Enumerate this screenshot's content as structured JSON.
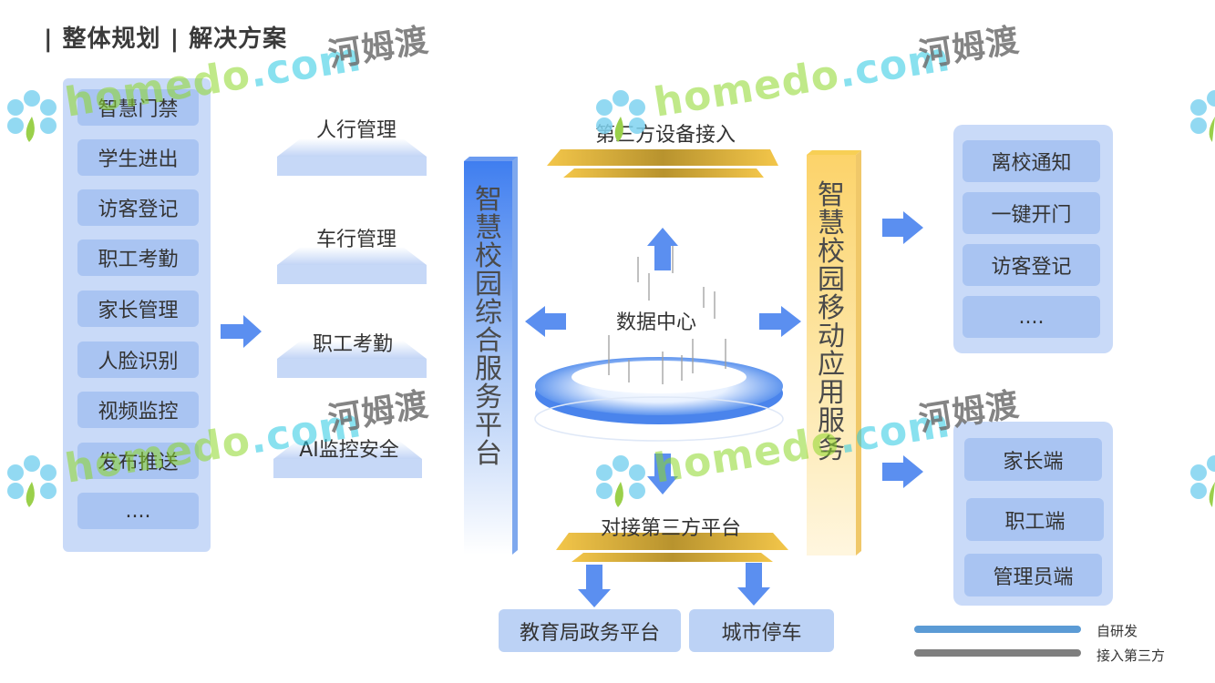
{
  "title": "| 整体规划 | 解决方案",
  "left_panel": {
    "items": [
      "智慧门禁",
      "学生进出",
      "访客登记",
      "职工考勤",
      "家长管理",
      "人脸识别",
      "视频监控",
      "发布推送",
      "...."
    ]
  },
  "platforms": [
    "人行管理",
    "车行管理",
    "职工考勤",
    "AI监控安全"
  ],
  "center": {
    "left_bar": "智慧校园综合服务平台",
    "right_bar": "智慧校园移动应用服务",
    "top_label": "第三方设备接入",
    "data_center": "数据中心",
    "bottom_label": "对接第三方平台",
    "bottom_boxes": [
      "教育局政务平台",
      "城市停车"
    ]
  },
  "right_top": {
    "items": [
      "离校通知",
      "一键开门",
      "访客登记",
      "...."
    ]
  },
  "right_bottom": {
    "items": [
      "家长端",
      "职工端",
      "管理员端"
    ]
  },
  "legend": [
    {
      "label": "自研发",
      "color": "#5b9bd5"
    },
    {
      "label": "接入第三方",
      "color": "#7f7f7f"
    }
  ],
  "watermark": {
    "home": "home",
    "do": "do",
    "com": ".com",
    "cn": "河姆渡"
  },
  "colors": {
    "blue": "#4f8ef5",
    "gold": "#d4a82a",
    "yellow": "#fde08a",
    "light_blue": "#c9daf8"
  }
}
